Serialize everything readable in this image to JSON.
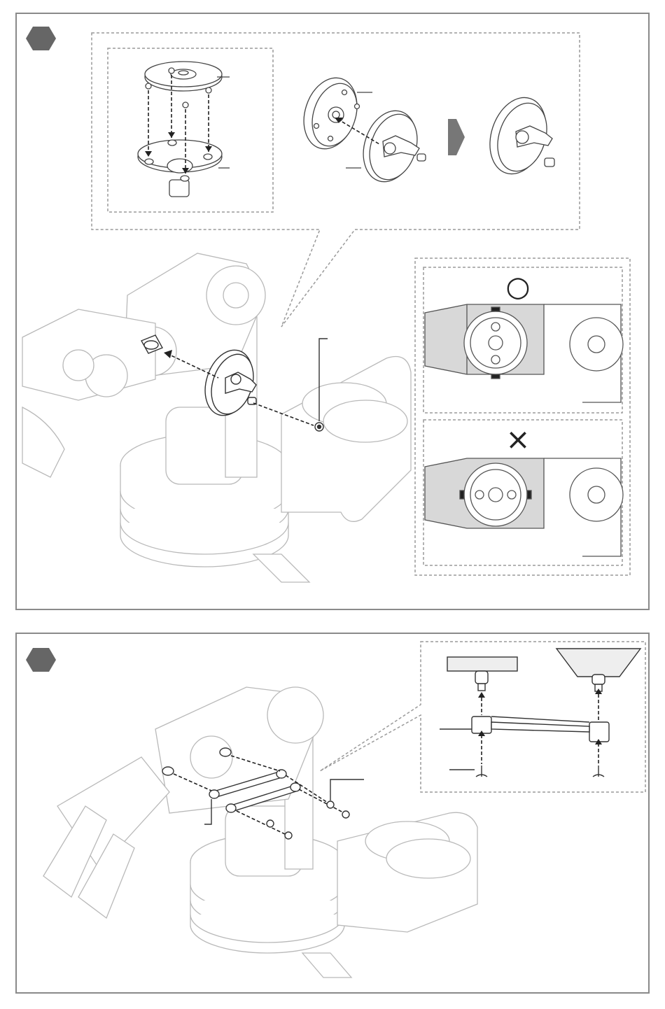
{
  "page": {
    "background": "#ffffff",
    "frame_color": "#8a8a8a",
    "line_color": "#444444",
    "ghost_color": "#b9b9b9",
    "badge_color": "#666666"
  },
  "panels": [
    {
      "step_badge": {
        "shape": "hexagon",
        "text": ""
      },
      "callout": {
        "substeps": [
          "gear-cover-screwing",
          "servo-horn-attach",
          "arrow-next",
          "assembled-horn"
        ],
        "labels": [
          "",
          "",
          "",
          ""
        ]
      },
      "orientation_check": {
        "correct_mark": "○",
        "incorrect_mark": "×"
      },
      "main": {
        "screw_label": ""
      }
    },
    {
      "step_badge": {
        "shape": "hexagon",
        "text": ""
      },
      "callout": {
        "labels": [
          "",
          ""
        ]
      },
      "main": {
        "labels": [
          "",
          ""
        ]
      }
    }
  ]
}
